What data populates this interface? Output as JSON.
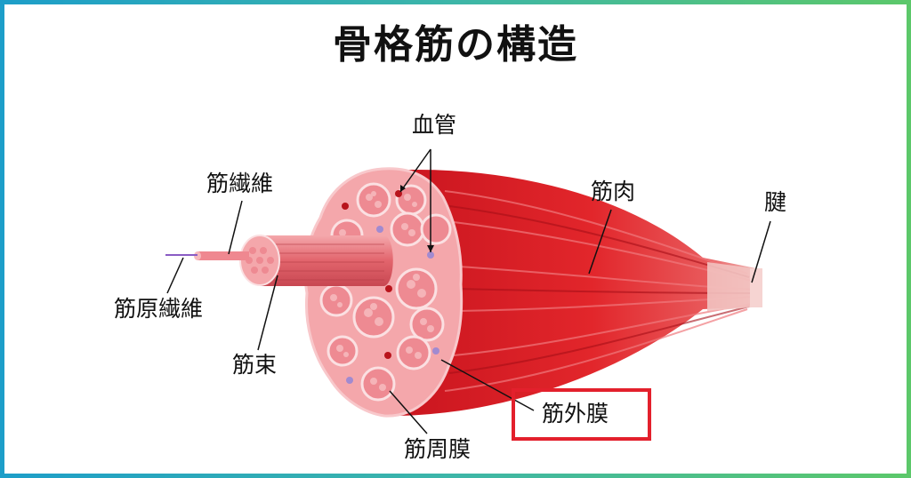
{
  "title": "骨格筋の構造",
  "labels": {
    "blood_vessel": "血管",
    "muscle_fiber": "筋繊維",
    "muscle": "筋肉",
    "tendon": "腱",
    "myofibril": "筋原繊維",
    "fascicle": "筋束",
    "epimysium": "筋外膜",
    "perimysium": "筋周膜"
  },
  "highlighted_label": "epimysium",
  "colors": {
    "frame_gradient_start": "#1d9ec9",
    "frame_gradient_end": "#5cc86a",
    "muscle_red": "#e2262b",
    "muscle_dark": "#b8141c",
    "cross_section_pink": "#f4a3a8",
    "fascicle_pink": "#ee8a92",
    "tendon": "#f2c2c0",
    "highlight_box": "#e3202c",
    "myofibril_line": "#8a5cc4"
  }
}
